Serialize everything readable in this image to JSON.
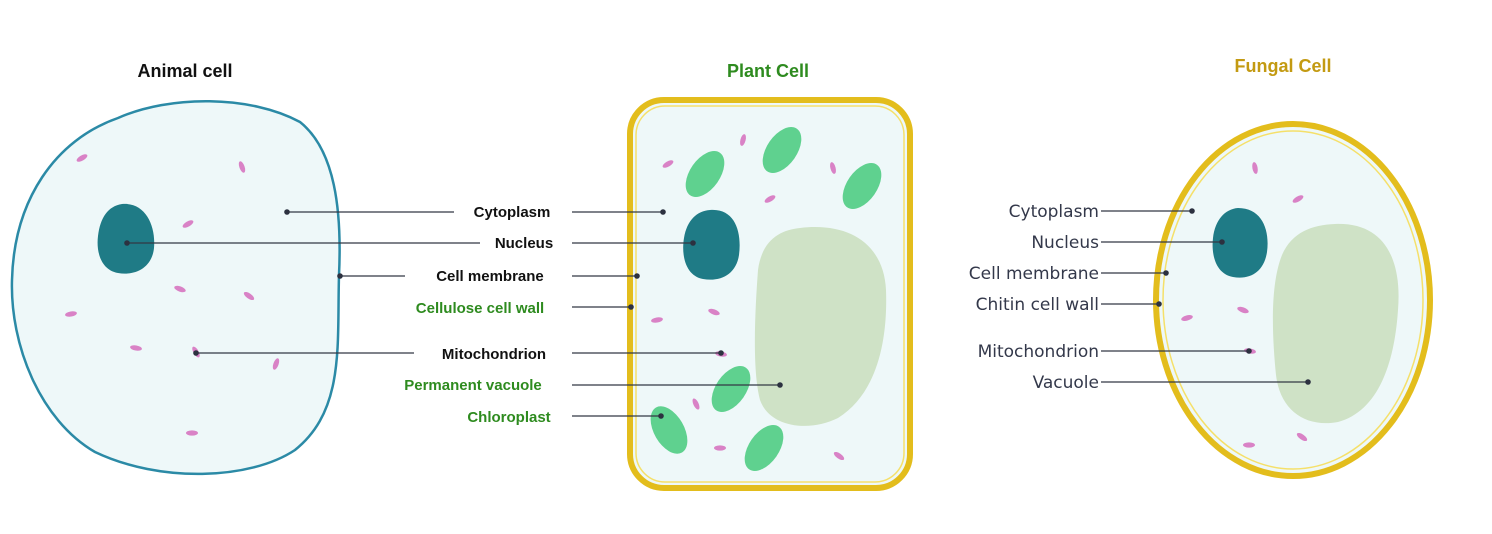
{
  "titles": {
    "animal": "Animal cell",
    "plant": "Plant Cell",
    "fungal": "Fungal Cell"
  },
  "center_labels": {
    "cytoplasm": "Cytoplasm",
    "nucleus": "Nucleus",
    "cell_membrane": "Cell membrane",
    "cellulose_cell_wall": "Cellulose cell wall",
    "mitochondrion": "Mitochondrion",
    "permanent_vacuole": "Permanent vacuole",
    "chloroplast": "Chloroplast"
  },
  "fungal_labels": {
    "cytoplasm": "Cytoplasm",
    "nucleus": "Nucleus",
    "cell_membrane": "Cell membrane",
    "chitin_cell_wall": "Chitin cell wall",
    "mitochondrion": "Mitochondrion",
    "vacuole": "Vacuole"
  },
  "colors": {
    "animal_title": "#111111",
    "plant_title": "#2e8b1f",
    "fungal_title": "#c39a12",
    "plant_specific_label": "#2e8b1f",
    "general_label": "#111111",
    "fungal_label": "#33384a",
    "cytoplasm_fill": "#eef8f9",
    "animal_membrane": "#2b8aa6",
    "nucleus": "#1f7b86",
    "mitochondria": "#d982c6",
    "chloroplast": "#5fd18f",
    "vacuole": "#cfe2c6",
    "cell_wall": "#e3bd1c"
  }
}
